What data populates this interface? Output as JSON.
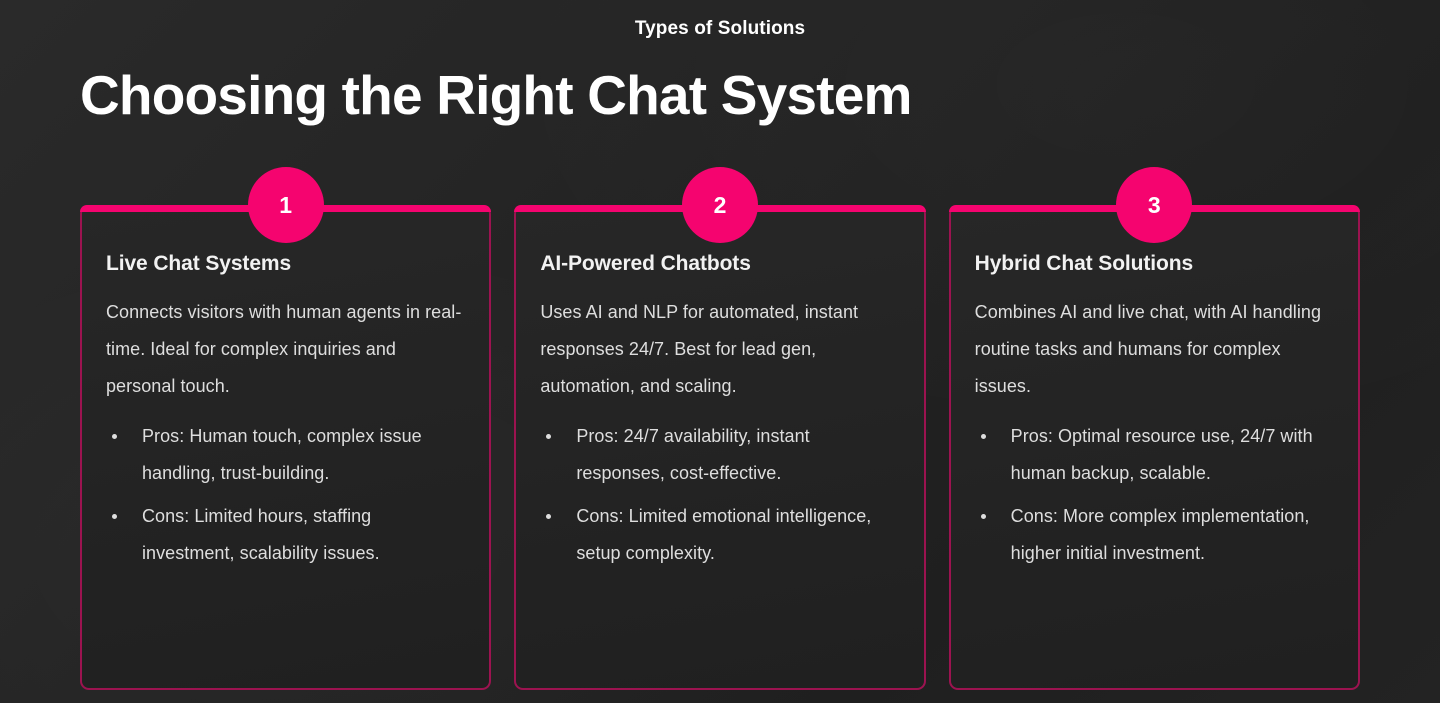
{
  "header": {
    "eyebrow": "Types of Solutions",
    "title": "Choosing the Right Chat System"
  },
  "theme": {
    "accent": "#f5046f",
    "accent_border": "#9c1350",
    "background": "#242424",
    "card_background": "#232323",
    "title_color": "#ffffff",
    "body_color": "#dedede"
  },
  "cards": [
    {
      "number": "1",
      "title": "Live Chat Systems",
      "description": "Connects visitors with human agents in real-time. Ideal for complex inquiries and personal touch.",
      "bullets": [
        "Pros: Human touch, complex issue handling, trust-building.",
        "Cons: Limited hours, staffing investment, scalability issues."
      ]
    },
    {
      "number": "2",
      "title": "AI-Powered Chatbots",
      "description": "Uses AI and NLP for automated, instant responses 24/7. Best for lead gen, automation, and scaling.",
      "bullets": [
        "Pros: 24/7 availability, instant responses, cost-effective.",
        "Cons: Limited emotional intelligence, setup complexity."
      ]
    },
    {
      "number": "3",
      "title": "Hybrid Chat Solutions",
      "description": "Combines AI and live chat, with AI handling routine tasks and humans for complex issues.",
      "bullets": [
        "Pros: Optimal resource use, 24/7 with human backup, scalable.",
        "Cons: More complex implementation, higher initial investment."
      ]
    }
  ]
}
